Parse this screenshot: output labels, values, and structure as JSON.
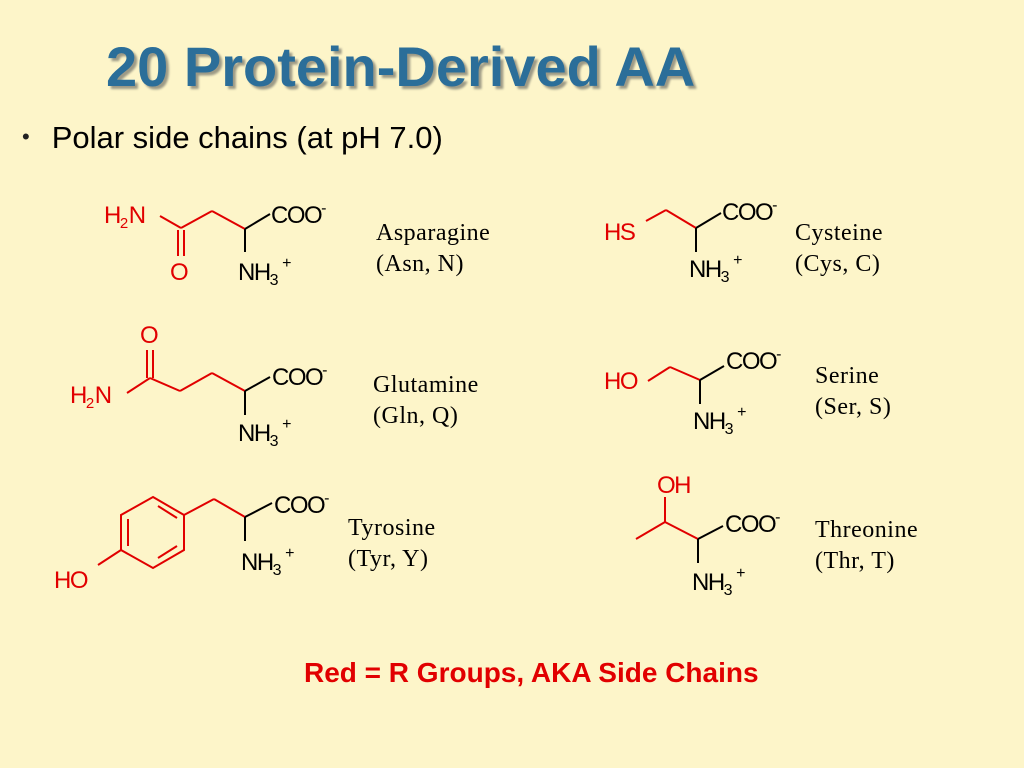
{
  "slide": {
    "title": "20 Protein-Derived AA",
    "bullet": "Polar side chains (at pH 7.0)",
    "legend": "Red = R Groups, AKA Side Chains"
  },
  "colors": {
    "title": "#2b6e99",
    "r_group": "#e10000",
    "backbone": "#000000",
    "background": "#fdf5c9"
  },
  "atoms": {
    "coo": "COO",
    "minus": "-",
    "nh": "NH",
    "three": "3",
    "plus": "+",
    "h": "H",
    "two": "2",
    "n": "N",
    "o": "O",
    "hs": "HS",
    "ho": "HO",
    "oh": "OH"
  },
  "amino_acids": [
    {
      "name": "Asparagine",
      "abbr": "(Asn, N)"
    },
    {
      "name": "Cysteine",
      "abbr": "(Cys, C)"
    },
    {
      "name": "Glutamine",
      "abbr": "(Gln, Q)"
    },
    {
      "name": "Serine",
      "abbr": "(Ser, S)"
    },
    {
      "name": "Tyrosine",
      "abbr": "(Tyr, Y)"
    },
    {
      "name": "Threonine",
      "abbr": "(Thr, T)"
    }
  ]
}
